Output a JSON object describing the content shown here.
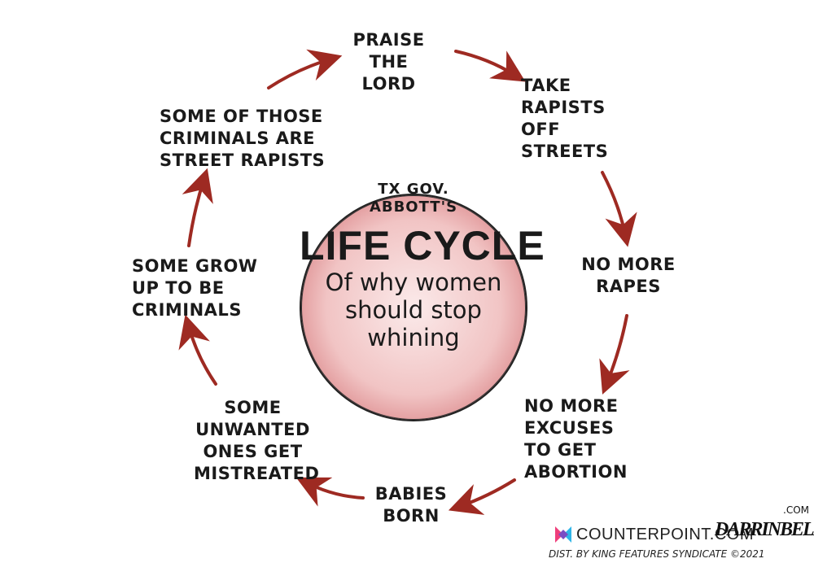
{
  "center": {
    "subtitle_lines": [
      "TX GOV.",
      "ABBOTT'S"
    ],
    "title": "LIFE CYCLE",
    "tagline_lines": [
      "Of why women",
      "should stop",
      "whining"
    ]
  },
  "cycle_steps": [
    {
      "lines": [
        "PRAISE",
        "THE",
        "LORD"
      ]
    },
    {
      "lines": [
        "TAKE",
        "RAPISTS",
        "OFF",
        "STREETS"
      ]
    },
    {
      "lines": [
        "NO MORE",
        "RAPES"
      ]
    },
    {
      "lines": [
        "NO MORE",
        "EXCUSES",
        "TO GET",
        "ABORTION"
      ]
    },
    {
      "lines": [
        "BABIES",
        "BORN"
      ]
    },
    {
      "lines": [
        "SOME",
        "UNWANTED",
        "ONES GET",
        "MISTREATED"
      ]
    },
    {
      "lines": [
        "SOME GROW",
        "UP TO BE",
        "CRIMINALS"
      ]
    },
    {
      "lines": [
        "SOME OF THOSE",
        "CRIMINALS ARE",
        "STREET RAPISTS"
      ]
    }
  ],
  "footer": {
    "site": "COUNTERPOINT.COM",
    "distribution": "DIST. by KING FEATURES SYNDICATE ©2021",
    "signature": "DARRINBELL",
    "signature_suffix": ".COM"
  },
  "colors": {
    "arrow": "#9e2a22",
    "circle": "#e8a9ab"
  }
}
